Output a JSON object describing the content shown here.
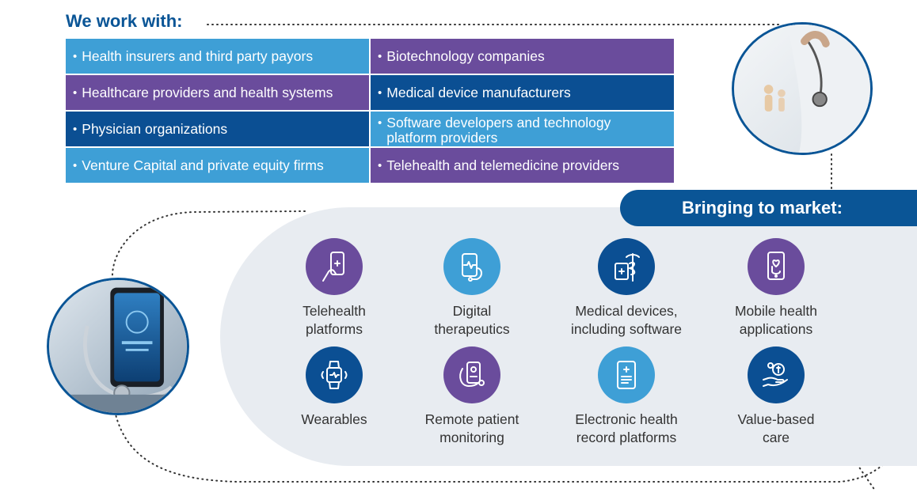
{
  "heading": "We work with:",
  "partners": [
    {
      "text": "Health insurers and third party payors",
      "color": "#3e9fd6"
    },
    {
      "text": "Biotechnology companies",
      "color": "#6a4c9c"
    },
    {
      "text": "Healthcare providers and health systems",
      "color": "#6a4c9c"
    },
    {
      "text": "Medical device manufacturers",
      "color": "#0b4f93"
    },
    {
      "text": "Physician organizations",
      "color": "#0b4f93"
    },
    {
      "text": "Software developers and technology platform providers",
      "color": "#3e9fd6"
    },
    {
      "text": "Venture Capital and private equity firms",
      "color": "#3e9fd6"
    },
    {
      "text": "Telehealth and telemedicine providers",
      "color": "#6a4c9c"
    }
  ],
  "market": {
    "title": "Bringing to market:",
    "items": [
      {
        "line1": "Telehealth",
        "line2": "platforms",
        "icon": "telehealth-phone-icon",
        "color": "#6a4c9c"
      },
      {
        "line1": "Digital",
        "line2": "therapeutics",
        "icon": "digital-therapeutics-device-icon",
        "color": "#3e9fd6"
      },
      {
        "line1": "Medical devices,",
        "line2": "including software",
        "icon": "medical-device-caduceus-icon",
        "color": "#0b4f93"
      },
      {
        "line1": "Mobile health",
        "line2": "applications",
        "icon": "mobile-health-app-icon",
        "color": "#6a4c9c"
      },
      {
        "line1": "Wearables",
        "line2": "",
        "icon": "smartwatch-icon",
        "color": "#0b4f93"
      },
      {
        "line1": "Remote patient",
        "line2": "monitoring",
        "icon": "remote-monitoring-stethoscope-icon",
        "color": "#6a4c9c"
      },
      {
        "line1": "Electronic health",
        "line2": "record platforms",
        "icon": "health-record-tablet-icon",
        "color": "#3e9fd6"
      },
      {
        "line1": "Value-based",
        "line2": "care",
        "icon": "value-care-hand-coin-icon",
        "color": "#0b4f93"
      }
    ]
  },
  "colors": {
    "navy": "#0a5596",
    "blue": "#3e9fd6",
    "purple": "#6a4c9c",
    "panel": "#e8ecf1"
  }
}
